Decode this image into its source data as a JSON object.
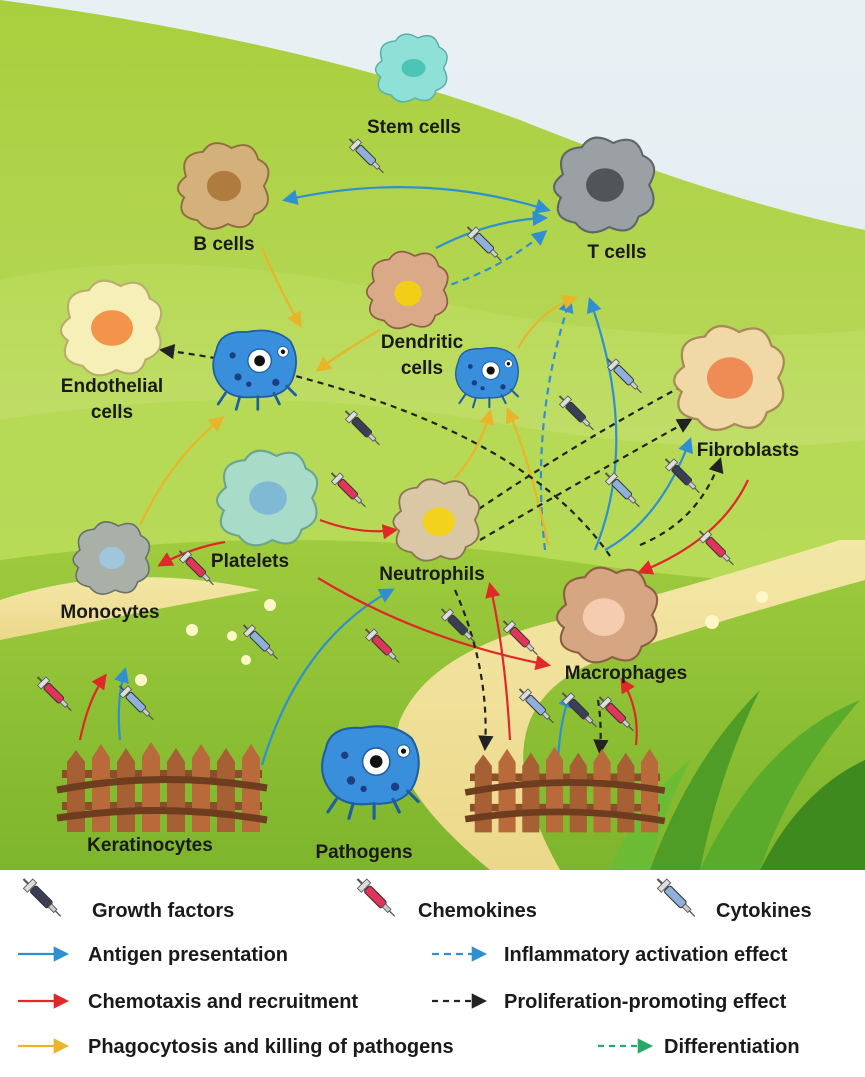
{
  "cells": {
    "stem": "Stem cells",
    "b": "B cells",
    "t": "T cells",
    "dendritic_1": "Dendritic",
    "dendritic_2": "cells",
    "endothelial_1": "Endothelial",
    "endothelial_2": "cells",
    "fibroblasts": "Fibroblasts",
    "platelets": "Platelets",
    "neutrophils": "Neutrophils",
    "monocytes": "Monocytes",
    "macrophages": "Macrophages",
    "keratinocytes": "Keratinocytes",
    "pathogens": "Pathogens"
  },
  "legend": {
    "growth_factors": "Growth factors",
    "chemokines": "Chemokines",
    "cytokines": "Cytokines",
    "antigen": "Antigen presentation",
    "inflammatory": "Inflammatory activation effect",
    "chemotaxis": "Chemotaxis and recruitment",
    "proliferation": "Proliferation-promoting effect",
    "phagocytosis": "Phagocytosis and killing of pathogens",
    "differentiation": "Differentiation"
  },
  "colors": {
    "antigen": "#2f8fd0",
    "chemotaxis": "#e02828",
    "phagocytosis": "#e8b42a",
    "proliferation": "#222222",
    "differentiation": "#2aa86a",
    "growth_factor": "#3a3f55",
    "chemokine": "#e0345a",
    "cytokine": "#8fb0d8"
  }
}
